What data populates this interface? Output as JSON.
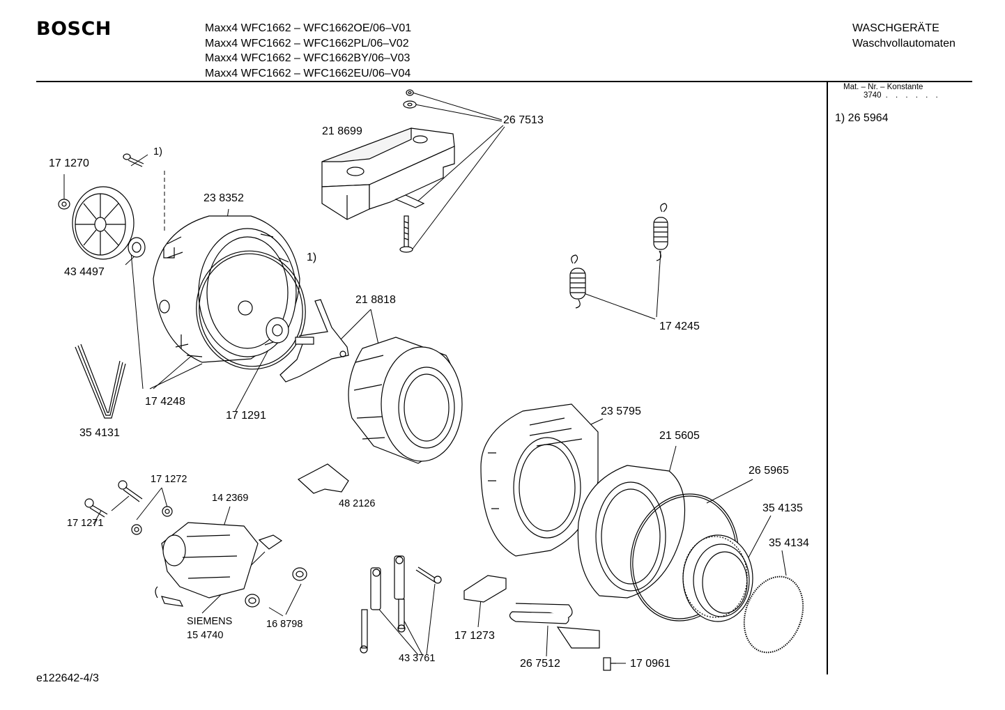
{
  "header": {
    "brand": "BOSCH",
    "models": [
      "Maxx4 WFC1662 – WFC1662OE/06–V01",
      "Maxx4 WFC1662 – WFC1662PL/06–V02",
      "Maxx4 WFC1662 – WFC1662BY/06–V03",
      "Maxx4 WFC1662 – WFC1662EU/06–V04"
    ],
    "category_line1": "WASCHGERÄTE",
    "category_line2": "Waschvollautomaten"
  },
  "side_panel": {
    "mat_label": "Mat. – Nr. – Konstante",
    "mat_value": "3740",
    "mat_dots": ". . . . . .",
    "footnote": "1)  26 5964"
  },
  "parts": {
    "p_267513": "26 7513",
    "p_218699": "21 8699",
    "p_171270": "17 1270",
    "p_footnote_a": "1)",
    "p_238352": "23 8352",
    "p_434497": "43 4497",
    "p_footnote_b": "1)",
    "p_218818": "21 8818",
    "p_174245": "17 4245",
    "p_174248": "17 4248",
    "p_171291": "17 1291",
    "p_354131": "35 4131",
    "p_235795": "23 5795",
    "p_215605": "21 5605",
    "p_265965": "26 5965",
    "p_354135": "35 4135",
    "p_354134": "35 4134",
    "p_171272": "17 1272",
    "p_142369": "14 2369",
    "p_482126": "48 2126",
    "p_171271": "17 1271",
    "p_siemens": "SIEMENS",
    "p_154740": "15 4740",
    "p_168798": "16 8798",
    "p_171273": "17 1273",
    "p_433761": "43 3761",
    "p_267512": "26 7512",
    "p_170961": "17 0961"
  },
  "footer": {
    "drawing_id": "e122642-4/3"
  }
}
